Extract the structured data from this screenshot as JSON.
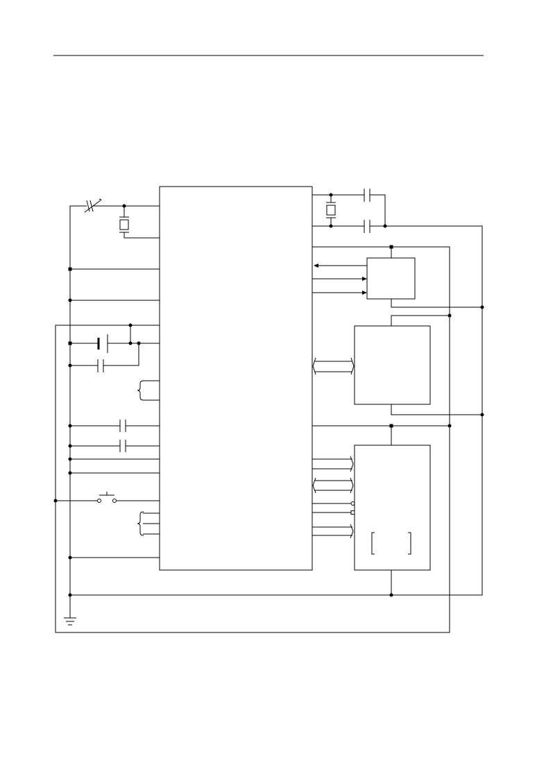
{
  "page": {
    "header_rule": true
  },
  "diagram": {
    "title": "",
    "caption": "",
    "colors": {
      "ink": "#000000",
      "paper": "#ffffff"
    },
    "blocks": [
      {
        "id": "main-ic",
        "label": ""
      },
      {
        "id": "block-top-right",
        "label": ""
      },
      {
        "id": "block-middle-right",
        "label": ""
      },
      {
        "id": "block-bottom-right",
        "label": ""
      }
    ]
  }
}
